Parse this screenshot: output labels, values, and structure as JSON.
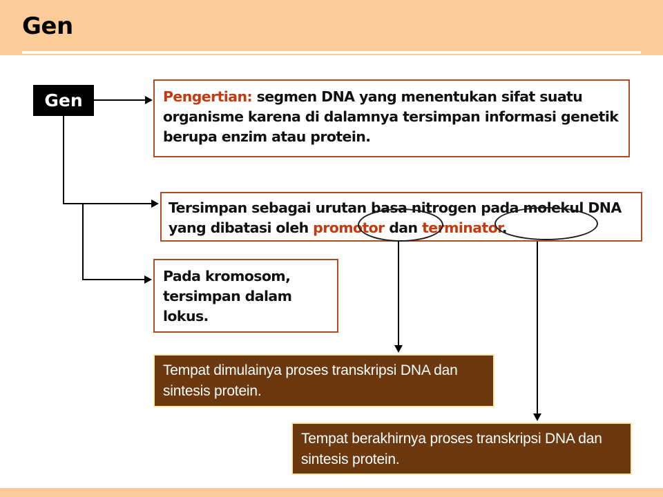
{
  "header": {
    "title": "Gen"
  },
  "root_node": {
    "label": "Gen"
  },
  "nodes": {
    "definition": {
      "keyword": "Pengertian:",
      "body": " segmen DNA yang menentukan sifat suatu organisme karena di dalamnya tersimpan informasi genetik berupa enzim atau protein."
    },
    "storage": {
      "prefix": "Tersimpan sebagai urutan basa nitrogen pada molekul DNA yang dibatasi oleh ",
      "term_promotor": "promotor",
      "conjunction": " dan ",
      "term_terminator": "terminator",
      "suffix": "."
    },
    "locus": {
      "text": "Pada kromosom, tersimpan dalam lokus."
    },
    "promotor_desc": {
      "text": "Tempat dimulainya proses transkripsi DNA dan sintesis  protein."
    },
    "terminator_desc": {
      "text": "Tempat berakhirnya proses transkripsi DNA dan sintesis protein."
    }
  },
  "colors": {
    "header_band": "#fbcb9a",
    "keyword_orange": "#c13a10",
    "box_border": "#b04a22",
    "callout_background": "#6b3810",
    "callout_border": "#f7e9a8",
    "root_background": "#000000"
  }
}
